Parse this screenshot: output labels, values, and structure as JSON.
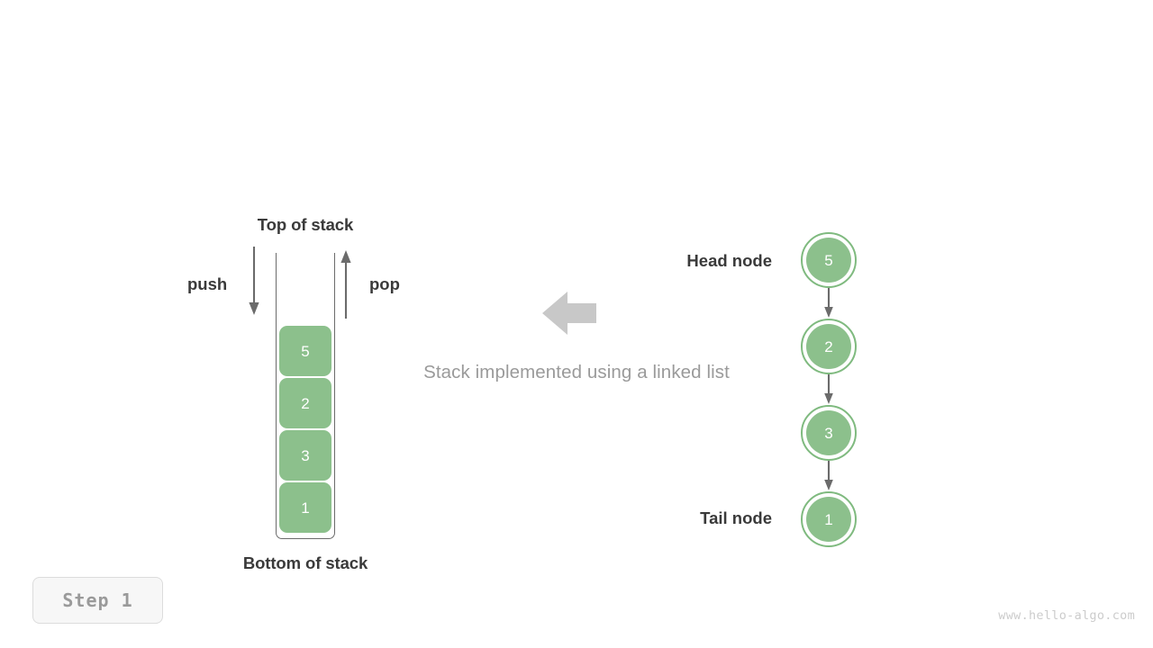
{
  "diagram": {
    "caption": "Stack implemented using a linked list",
    "colors": {
      "node_fill": "#8cc08c",
      "node_ring": "#7fba7f",
      "arrow": "#6b6b6b",
      "block_arrow": "#c8c8c8",
      "label_text": "#3a3a3a",
      "muted_text": "#9a9a9a",
      "background": "#ffffff"
    }
  },
  "stack_panel": {
    "top_label": "Top of stack",
    "bottom_label": "Bottom of stack",
    "push_label": "push",
    "pop_label": "pop",
    "push_arrow_icon": "arrow-down-icon",
    "pop_arrow_icon": "arrow-up-icon",
    "cells": [
      "5",
      "2",
      "3",
      "1"
    ]
  },
  "center": {
    "arrow_icon": "arrow-left-block-icon",
    "caption": "Stack implemented using a linked list"
  },
  "linked_list": {
    "head_label": "Head node",
    "tail_label": "Tail node",
    "link_icon": "arrow-down-icon",
    "nodes": [
      {
        "value": "5"
      },
      {
        "value": "2"
      },
      {
        "value": "3"
      },
      {
        "value": "1"
      }
    ]
  },
  "step_badge": {
    "label": "Step  1"
  },
  "watermark": {
    "text": "www.hello-algo.com"
  },
  "chart_data": {
    "type": "diagram",
    "title": "Stack implemented using a linked list",
    "stack_array_top_to_bottom": [
      "5",
      "2",
      "3",
      "1"
    ],
    "linked_list_head_to_tail": [
      "5",
      "2",
      "3",
      "1"
    ],
    "annotations": [
      "Top of stack",
      "Bottom of stack",
      "push",
      "pop",
      "Head node",
      "Tail node"
    ],
    "step": "Step  1"
  }
}
